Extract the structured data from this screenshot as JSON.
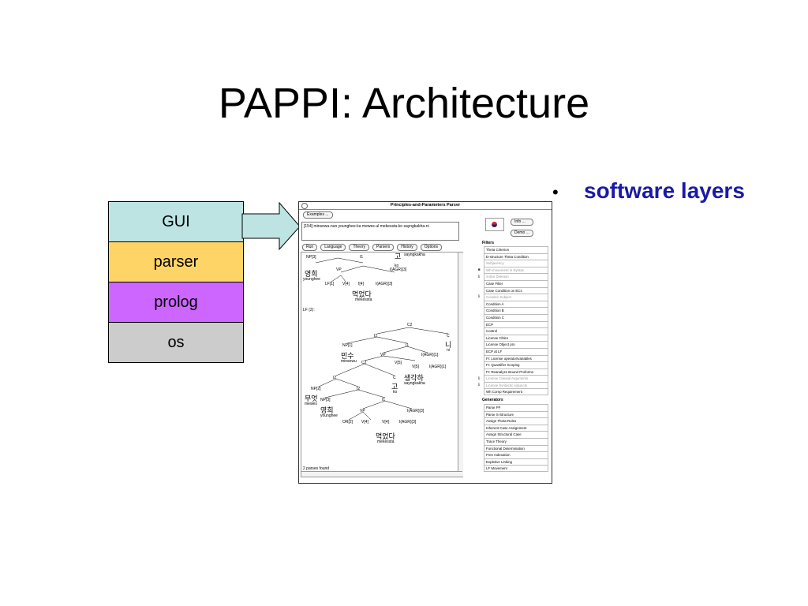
{
  "slide": {
    "title": "PAPPI: Architecture",
    "bullet": "software layers"
  },
  "layers": [
    {
      "label": "GUI",
      "color": "#bde3e3"
    },
    {
      "label": "parser",
      "color": "#ffd466"
    },
    {
      "label": "prolog",
      "color": "#cc66ff"
    },
    {
      "label": "os",
      "color": "#cccccc"
    }
  ],
  "window": {
    "title": "Principles-and-Parameters Parser",
    "examples_btn": "Examples ...",
    "sentence": "[154] minsewu-nun younghee-ka mewes-ul mekessta-ko sayngkakha-ni",
    "menus": [
      "Run",
      "Language",
      "Theory",
      "Parsers",
      "History",
      "Options"
    ],
    "info_btn": "Info ...",
    "demo_btn": "Demo ...",
    "lf_label": "LF (2):",
    "status": "2 parses found",
    "filters_label": "Filters",
    "filters": [
      {
        "label": "Theta Criterion",
        "mark": "",
        "dim": false
      },
      {
        "label": "D-structure Theta Condition",
        "mark": "",
        "dim": false
      },
      {
        "label": "Subjacency",
        "mark": "",
        "dim": true
      },
      {
        "label": "Wh-movement in Syntax",
        "mark": "■",
        "dim": true
      },
      {
        "label": "S-Bar Deletion",
        "mark": "ℹ",
        "dim": true
      },
      {
        "label": "Case Filter",
        "mark": "",
        "dim": false
      },
      {
        "label": "Case Condition on ECs",
        "mark": "",
        "dim": false
      },
      {
        "label": "Coindex Subject",
        "mark": "ℹ",
        "dim": true
      },
      {
        "label": "Condition A",
        "mark": "",
        "dim": false
      },
      {
        "label": "Condition B",
        "mark": "",
        "dim": false
      },
      {
        "label": "Condition C",
        "mark": "",
        "dim": false
      },
      {
        "label": "ECP",
        "mark": "",
        "dim": false
      },
      {
        "label": "Control",
        "mark": "",
        "dim": false
      },
      {
        "label": "License Clitics",
        "mark": "",
        "dim": false
      },
      {
        "label": "License Object pro",
        "mark": "",
        "dim": false
      },
      {
        "label": "ECP at LF",
        "mark": "",
        "dim": false
      },
      {
        "label": "FI: License operator/variables",
        "mark": "",
        "dim": false
      },
      {
        "label": "FI: Quantifier Scoping",
        "mark": "",
        "dim": false
      },
      {
        "label": "FI: Reanalyze Bound Proforms",
        "mark": "",
        "dim": false
      },
      {
        "label": "License Clausal Arguments",
        "mark": "ℹ",
        "dim": true
      },
      {
        "label": "License Syntactic Adjuncts",
        "mark": "ℹ",
        "dim": true
      },
      {
        "label": "Wh Comp Requirement",
        "mark": "",
        "dim": false
      }
    ],
    "generators_label": "Generators",
    "generators": [
      "Parse PF",
      "Parse S-Structure",
      "Assign Theta-Roles",
      "Inherent Case Assignment",
      "Assign Structural Case",
      "Trace Theory",
      "Functional Determination",
      "Free Indexation",
      "Expletive Linking",
      "LF Movement"
    ],
    "tree": {
      "np3": "NP[3]",
      "i1": "I1",
      "ko1": "ko",
      "say1": "sayngkakha",
      "kor1": "영희",
      "younghee1": "younghee",
      "vp1": "VP",
      "iagr1": "I(AGR)[3]",
      "lf1": "LF[1]",
      "v4a": "V[4]",
      "i4a": "I[4]",
      "iagr2": "I(AGR)[3]",
      "kor2": "먹었다",
      "mekessta1": "mekessta",
      "c2a": "C2",
      "i2a": "I2",
      "ca": "C",
      "np1": "NP[1]",
      "i1b": "I1",
      "kor3": "민수",
      "minsewu": "minsewu",
      "vp2": "VP",
      "iagr3": "I(AGR)[1]",
      "c2b": "C2",
      "v5": "V[5]",
      "v5b": "V[5]",
      "iagr4": "I(AGR)[1]",
      "i2b": "I2",
      "cb": "C",
      "kor4": "생각하",
      "say2": "sayngkakha",
      "kor5": "고",
      "ko2": "ko",
      "np2": "NP[2]",
      "i2c": "I2",
      "kor6": "무엇",
      "mewes": "mewes",
      "np3b": "NP[3]",
      "i1c": "I1",
      "kor7": "영희",
      "younghee2": "younghee",
      "vp3": "VP",
      "iagr5": "I(AGR)[3]",
      "or2": "OR[2]",
      "v4b": "V[4]",
      "v4c": "V[4]",
      "iagr6": "I(AGR)[3]",
      "kor8": "먹었다",
      "mekessta2": "mekessta",
      "kor9": "니",
      "ni": "ni",
      "kor10": "고"
    }
  }
}
